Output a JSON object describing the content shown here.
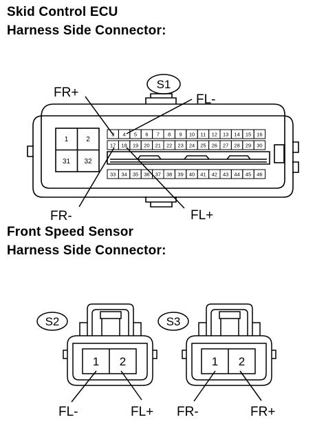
{
  "headings": {
    "ecu_line1": "Skid Control ECU",
    "ecu_line2": "Harness Side Connector:",
    "sensor_line1": "Front Speed Sensor",
    "sensor_line2": "Harness Side Connector:"
  },
  "ecu_connector": {
    "id": "S1",
    "big_pins": [
      "1",
      "2",
      "31",
      "32"
    ],
    "row1": [
      "3",
      "4",
      "5",
      "6",
      "7",
      "8",
      "9",
      "10",
      "11",
      "12",
      "13",
      "14",
      "15",
      "16"
    ],
    "row2": [
      "17",
      "18",
      "19",
      "20",
      "21",
      "22",
      "23",
      "24",
      "25",
      "26",
      "27",
      "28",
      "29",
      "30"
    ],
    "row3": [
      "33",
      "34",
      "35",
      "36",
      "37",
      "38",
      "39",
      "40",
      "41",
      "42",
      "43",
      "44",
      "45",
      "46"
    ],
    "labels": {
      "fr_plus": "FR+",
      "fl_minus": "FL-",
      "fr_minus": "FR-",
      "fl_plus": "FL+"
    }
  },
  "sensor_left": {
    "id": "S2",
    "pins": [
      "1",
      "2"
    ],
    "labels": [
      "FL-",
      "FL+"
    ]
  },
  "sensor_right": {
    "id": "S3",
    "pins": [
      "1",
      "2"
    ],
    "labels": [
      "FR-",
      "FR+"
    ]
  }
}
